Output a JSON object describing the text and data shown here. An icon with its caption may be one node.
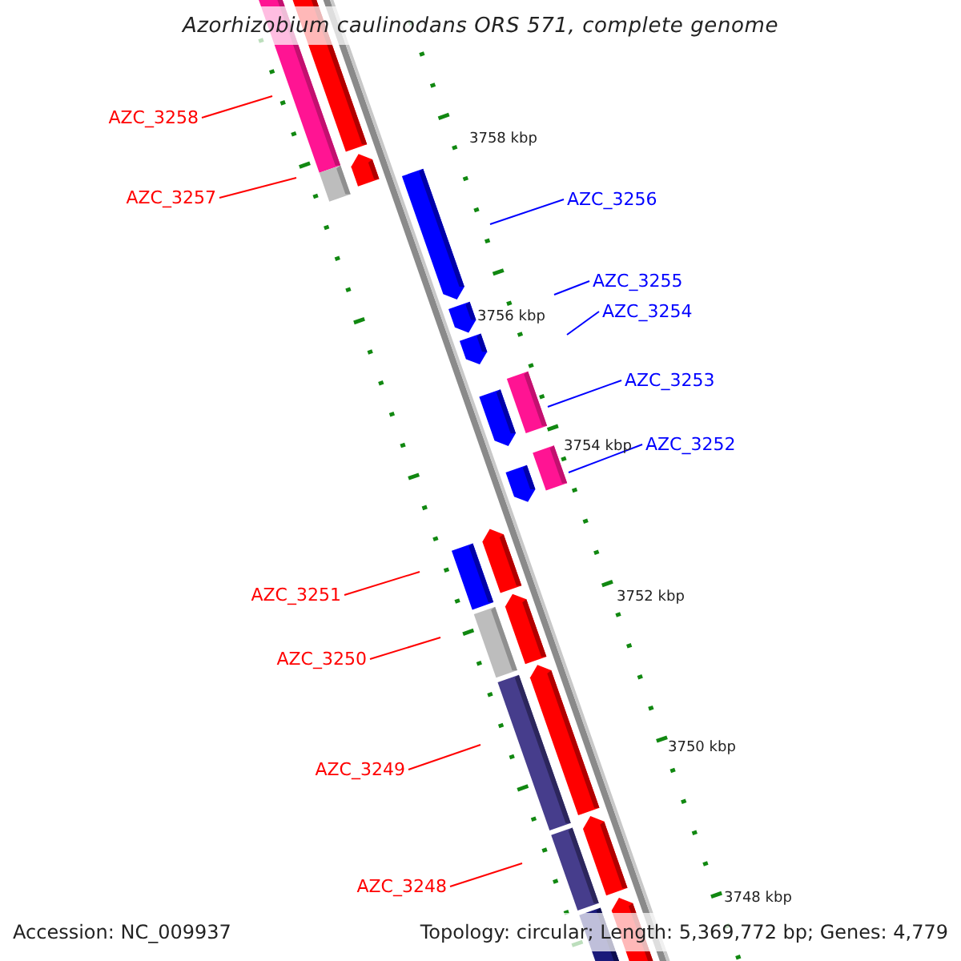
{
  "diagram": {
    "title": "Azorhizobium caulinodans ORS 571, complete genome",
    "nodes": [
      {
        "text": [
          "AZC_3258"
        ]
      },
      {
        "text": [
          "AZC_3257"
        ]
      },
      {
        "text": [
          "AZC_3256"
        ]
      },
      {
        "text": [
          "AZC_3255"
        ]
      },
      {
        "text": [
          "AZC_3254"
        ]
      },
      {
        "text": [
          "AZC_3253"
        ]
      },
      {
        "text": [
          "AZC_3252"
        ]
      },
      {
        "text": [
          "AZC_3251"
        ]
      },
      {
        "text": [
          "AZC_3250"
        ]
      },
      {
        "text": [
          "AZC_3249"
        ]
      },
      {
        "text": [
          "AZC_3248"
        ]
      }
    ],
    "edges": [
      {
        "from": 0,
        "to": null,
        "arrow": "none",
        "color": "#ff0000"
      },
      {
        "from": 1,
        "to": null,
        "arrow": "none",
        "color": "#ff0000"
      },
      {
        "from": 2,
        "to": null,
        "arrow": "none",
        "color": "#0000ff"
      },
      {
        "from": 3,
        "to": null,
        "arrow": "none",
        "color": "#0000ff"
      },
      {
        "from": 4,
        "to": null,
        "arrow": "none",
        "color": "#0000ff"
      },
      {
        "from": 5,
        "to": null,
        "arrow": "none",
        "color": "#0000ff"
      },
      {
        "from": 6,
        "to": null,
        "arrow": "none",
        "color": "#0000ff"
      },
      {
        "from": 7,
        "to": null,
        "arrow": "none",
        "color": "#ff0000"
      },
      {
        "from": 8,
        "to": null,
        "arrow": "none",
        "color": "#ff0000"
      },
      {
        "from": 9,
        "to": null,
        "arrow": "none",
        "color": "#ff0000"
      },
      {
        "from": 10,
        "to": null,
        "arrow": "none",
        "color": "#ff0000"
      }
    ],
    "labels": [
      "3758 kbp",
      "3756 kbp",
      "3754 kbp",
      "3752 kbp",
      "3750 kbp",
      "3748 kbp",
      "Accession: NC_009937",
      "Topology: circular; Length: 5,369,772 bp; Genes: 4,779"
    ]
  }
}
